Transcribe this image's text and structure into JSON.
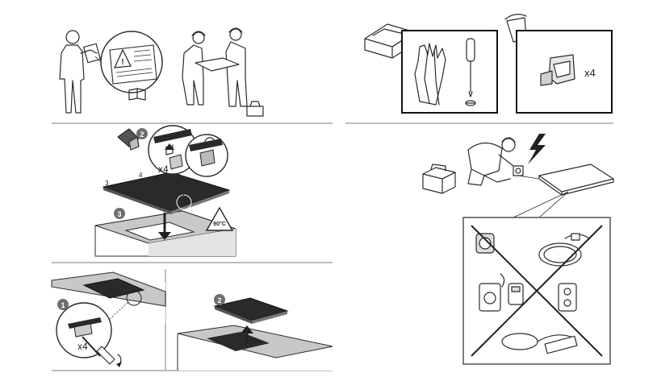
{
  "panels": {
    "accessories": {
      "count_label": "x4"
    },
    "step_assembly": {
      "step_2_badge": "2",
      "step_3_badge": "3",
      "count_label": "x4",
      "edge_label_3": "3",
      "edge_label_4": "4",
      "temperature_warning": "90°C"
    },
    "step_fixing": {
      "step_1_badge": "1",
      "count_label": "x4"
    },
    "step_lift": {
      "step_2_badge": "2"
    }
  },
  "colors": {
    "line": "#2b2b2b",
    "divider": "#bdbdbd",
    "countertop_gray": "#c8c8c8",
    "hob_black": "#2a2a2a",
    "badge_gray": "#6e6e6e",
    "frame_black": "#111111"
  }
}
